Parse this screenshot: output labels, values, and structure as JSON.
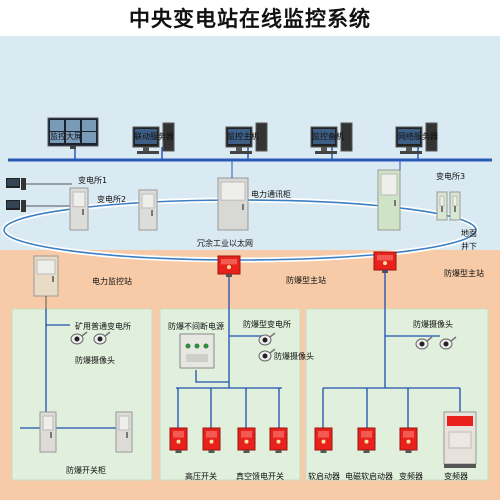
{
  "title": "中央变电站在线监控系统",
  "control_center": {
    "items": [
      {
        "label": "监控大屏",
        "icon": "video-wall-icon"
      },
      {
        "label": "联动服务器",
        "icon": "server-icon"
      },
      {
        "label": "监控主机",
        "icon": "workstation-icon"
      },
      {
        "label": "监控备机",
        "icon": "workstation-icon"
      },
      {
        "label": "网络服务器",
        "icon": "server-icon"
      }
    ]
  },
  "surface": {
    "substation_1": "变电所1",
    "substation_2": "变电所2",
    "substation_3": "变电所3",
    "comm_cabinet": "电力通讯柜",
    "ring_network": "冗余工业以太网",
    "surface_label": "地面",
    "underground_label": "井下"
  },
  "underground": {
    "power_station": "电力监控站",
    "main_station_1": "防爆型主站",
    "main_station_2": "防爆型主站",
    "mining_substation": "矿用普通变电所",
    "camera_1": "防爆摄像头",
    "ups": "防爆不间断电源",
    "substation_ex": "防爆型变电所",
    "camera_2": "防爆摄像头",
    "camera_3": "防爆摄像头",
    "switch_cabinet": "防爆开关柜",
    "hv_switch": "高压开关",
    "vacuum_switch": "真空馈电开关",
    "soft_starter": "软启动器",
    "em_soft_starter": "电磁软启动器",
    "inverter_1": "变频器",
    "inverter_2": "变频器"
  },
  "colors": {
    "sky_bg": "#d9eaf3",
    "underground_bg": "#f7cba7",
    "panel_bg": "#e0f0dc",
    "network_blue": "#2a5ab8",
    "ring_blue": "#3b7fc4",
    "device_red": "#e8211d",
    "wire_blue": "#1e4fb0"
  }
}
